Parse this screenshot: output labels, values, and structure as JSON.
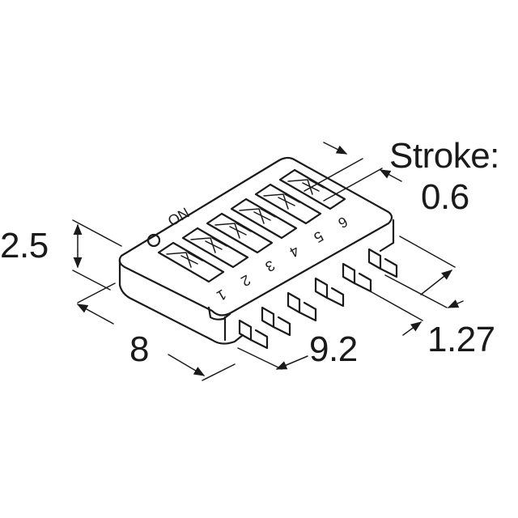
{
  "drawing": {
    "dimensions": {
      "stroke_label": "Stroke:",
      "stroke_value": "0.6",
      "height": "2.5",
      "width": "8",
      "length": "9.2",
      "pitch": "1.27"
    },
    "switch_marking": "ON",
    "switch_numbers": [
      "1",
      "2",
      "3",
      "4",
      "5",
      "6"
    ]
  }
}
